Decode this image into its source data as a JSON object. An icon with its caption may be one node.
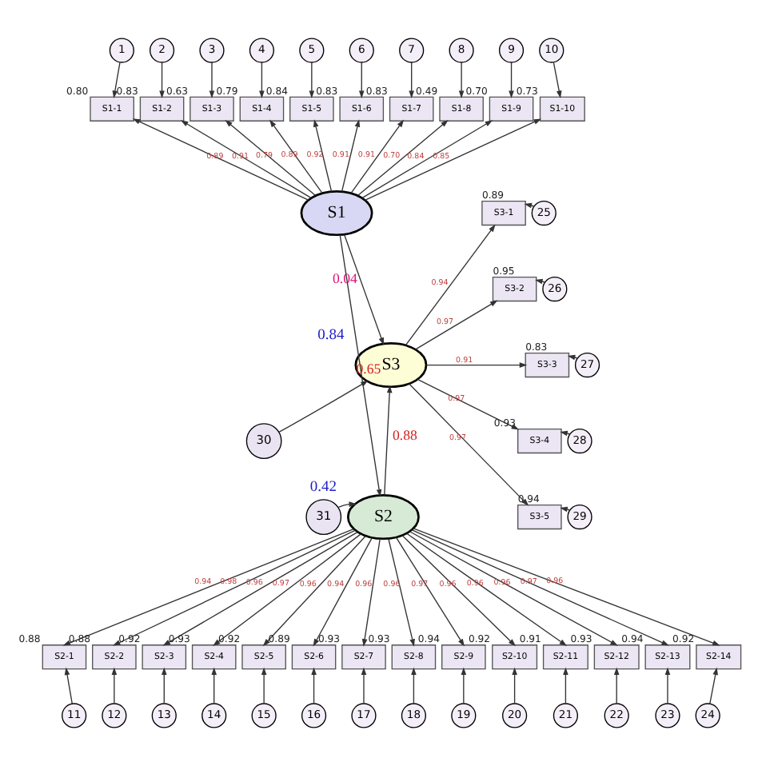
{
  "diagram": {
    "nodes": [
      {
        "text": [
          "1"
        ]
      },
      {
        "text": [
          "2"
        ]
      },
      {
        "text": [
          "3"
        ]
      },
      {
        "text": [
          "4"
        ]
      },
      {
        "text": [
          "5"
        ]
      },
      {
        "text": [
          "6"
        ]
      },
      {
        "text": [
          "7"
        ]
      },
      {
        "text": [
          "8"
        ]
      },
      {
        "text": [
          "9"
        ]
      },
      {
        "text": [
          "10"
        ]
      },
      {
        "text": [
          "S1-1"
        ],
        "beside": [
          "0.80"
        ]
      },
      {
        "text": [
          "S1-2"
        ],
        "beside": [
          "0.83"
        ]
      },
      {
        "text": [
          "S1-3"
        ],
        "beside": [
          "0.63"
        ]
      },
      {
        "text": [
          "S1-4"
        ],
        "beside": [
          "0.79"
        ]
      },
      {
        "text": [
          "S1-5"
        ],
        "beside": [
          "0.84"
        ]
      },
      {
        "text": [
          "S1-6"
        ],
        "beside": [
          "0.83"
        ]
      },
      {
        "text": [
          "S1-7"
        ],
        "beside": [
          "0.83"
        ]
      },
      {
        "text": [
          "S1-8"
        ],
        "beside": [
          "0.49"
        ]
      },
      {
        "text": [
          "S1-9"
        ],
        "beside": [
          "0.70"
        ]
      },
      {
        "text": [
          "S1-10"
        ],
        "beside": [
          "0.73"
        ]
      },
      {
        "text": [
          "S1"
        ]
      },
      {
        "text": [
          "S3-1"
        ],
        "beside": [
          "0.89"
        ]
      },
      {
        "text": [
          "S3-2"
        ],
        "beside": [
          "0.95"
        ]
      },
      {
        "text": [
          "S3-3"
        ],
        "beside": [
          "0.83"
        ]
      },
      {
        "text": [
          "S3-4"
        ],
        "beside": [
          "0.93"
        ]
      },
      {
        "text": [
          "S3-5"
        ],
        "beside": [
          "0.94"
        ]
      },
      {
        "text": [
          "25"
        ]
      },
      {
        "text": [
          "26"
        ]
      },
      {
        "text": [
          "27"
        ]
      },
      {
        "text": [
          "28"
        ]
      },
      {
        "text": [
          "29"
        ]
      },
      {
        "text": [
          "S3"
        ],
        "beside": [
          "0.84"
        ]
      },
      {
        "text": [
          "30"
        ]
      },
      {
        "text": [
          "31"
        ]
      },
      {
        "text": [
          "S2"
        ],
        "beside": [
          "0.42"
        ]
      },
      {
        "text": [
          "S2-1"
        ],
        "beside": [
          "0.88"
        ]
      },
      {
        "text": [
          "S2-2"
        ],
        "beside": [
          "0.88"
        ]
      },
      {
        "text": [
          "S2-3"
        ],
        "beside": [
          "0.92"
        ]
      },
      {
        "text": [
          "S2-4"
        ],
        "beside": [
          "0.93"
        ]
      },
      {
        "text": [
          "S2-5"
        ],
        "beside": [
          "0.92"
        ]
      },
      {
        "text": [
          "S2-6"
        ],
        "beside": [
          "0.89"
        ]
      },
      {
        "text": [
          "S2-7"
        ],
        "beside": [
          "0.93"
        ]
      },
      {
        "text": [
          "S2-8"
        ],
        "beside": [
          "0.93"
        ]
      },
      {
        "text": [
          "S2-9"
        ],
        "beside": [
          "0.94"
        ]
      },
      {
        "text": [
          "S2-10"
        ],
        "beside": [
          "0.92"
        ]
      },
      {
        "text": [
          "S2-11"
        ],
        "beside": [
          "0.91"
        ]
      },
      {
        "text": [
          "S2-12"
        ],
        "beside": [
          "0.93"
        ]
      },
      {
        "text": [
          "S2-13"
        ],
        "beside": [
          "0.94"
        ]
      },
      {
        "text": [
          "S2-14"
        ],
        "beside": [
          "0.92"
        ]
      },
      {
        "text": [
          "11"
        ]
      },
      {
        "text": [
          "12"
        ]
      },
      {
        "text": [
          "13"
        ]
      },
      {
        "text": [
          "14"
        ]
      },
      {
        "text": [
          "15"
        ]
      },
      {
        "text": [
          "16"
        ]
      },
      {
        "text": [
          "17"
        ]
      },
      {
        "text": [
          "18"
        ]
      },
      {
        "text": [
          "19"
        ]
      },
      {
        "text": [
          "20"
        ]
      },
      {
        "text": [
          "21"
        ]
      },
      {
        "text": [
          "22"
        ]
      },
      {
        "text": [
          "23"
        ]
      },
      {
        "text": [
          "24"
        ]
      }
    ],
    "edges": [
      {
        "from": 0,
        "to": 10,
        "arrow": "to"
      },
      {
        "from": 1,
        "to": 11,
        "arrow": "to"
      },
      {
        "from": 2,
        "to": 12,
        "arrow": "to"
      },
      {
        "from": 3,
        "to": 13,
        "arrow": "to"
      },
      {
        "from": 4,
        "to": 14,
        "arrow": "to"
      },
      {
        "from": 5,
        "to": 15,
        "arrow": "to"
      },
      {
        "from": 6,
        "to": 16,
        "arrow": "to"
      },
      {
        "from": 7,
        "to": 17,
        "arrow": "to"
      },
      {
        "from": 8,
        "to": 18,
        "arrow": "to"
      },
      {
        "from": 9,
        "to": 19,
        "arrow": "to"
      },
      {
        "from": 20,
        "to": 10,
        "arrow": "to",
        "label": "0.89"
      },
      {
        "from": 20,
        "to": 11,
        "arrow": "to",
        "label": "0.91"
      },
      {
        "from": 20,
        "to": 12,
        "arrow": "to",
        "label": "0.79"
      },
      {
        "from": 20,
        "to": 13,
        "arrow": "to",
        "label": "0.89"
      },
      {
        "from": 20,
        "to": 14,
        "arrow": "to",
        "label": "0.92"
      },
      {
        "from": 20,
        "to": 15,
        "arrow": "to",
        "label": "0.91"
      },
      {
        "from": 20,
        "to": 16,
        "arrow": "to",
        "label": "0.91"
      },
      {
        "from": 20,
        "to": 17,
        "arrow": "to",
        "label": "0.70"
      },
      {
        "from": 20,
        "to": 18,
        "arrow": "to",
        "label": "0.84"
      },
      {
        "from": 20,
        "to": 19,
        "arrow": "to",
        "label": "0.85"
      },
      {
        "from": 20,
        "to": 31,
        "arrow": "to",
        "label": "0.04"
      },
      {
        "from": 20,
        "to": 34,
        "arrow": "to",
        "label": "0.65"
      },
      {
        "from": 34,
        "to": 31,
        "arrow": "to",
        "label": "0.88"
      },
      {
        "from": 31,
        "to": 21,
        "arrow": "to",
        "label": "0.94"
      },
      {
        "from": 31,
        "to": 22,
        "arrow": "to",
        "label": "0.97"
      },
      {
        "from": 31,
        "to": 23,
        "arrow": "to",
        "label": "0.91"
      },
      {
        "from": 31,
        "to": 24,
        "arrow": "to",
        "label": "0.97"
      },
      {
        "from": 31,
        "to": 25,
        "arrow": "to",
        "label": "0.97"
      },
      {
        "from": 26,
        "to": 21,
        "arrow": "to"
      },
      {
        "from": 27,
        "to": 22,
        "arrow": "to"
      },
      {
        "from": 28,
        "to": 23,
        "arrow": "to"
      },
      {
        "from": 29,
        "to": 24,
        "arrow": "to"
      },
      {
        "from": 30,
        "to": 25,
        "arrow": "to"
      },
      {
        "from": 32,
        "to": 31,
        "arrow": "to"
      },
      {
        "from": 33,
        "to": 34,
        "arrow": "to"
      },
      {
        "from": 34,
        "to": 35,
        "arrow": "to",
        "label": "0.94"
      },
      {
        "from": 34,
        "to": 36,
        "arrow": "to",
        "label": "0.98"
      },
      {
        "from": 34,
        "to": 37,
        "arrow": "to",
        "label": "0.96"
      },
      {
        "from": 34,
        "to": 38,
        "arrow": "to",
        "label": "0.97"
      },
      {
        "from": 34,
        "to": 39,
        "arrow": "to",
        "label": "0.96"
      },
      {
        "from": 34,
        "to": 40,
        "arrow": "to",
        "label": "0.94"
      },
      {
        "from": 34,
        "to": 41,
        "arrow": "to",
        "label": "0.96"
      },
      {
        "from": 34,
        "to": 42,
        "arrow": "to",
        "label": "0.96"
      },
      {
        "from": 34,
        "to": 43,
        "arrow": "to",
        "label": "0.97"
      },
      {
        "from": 34,
        "to": 44,
        "arrow": "to",
        "label": "0.96"
      },
      {
        "from": 34,
        "to": 45,
        "arrow": "to",
        "label": "0.96"
      },
      {
        "from": 34,
        "to": 46,
        "arrow": "to",
        "label": "0.96"
      },
      {
        "from": 34,
        "to": 47,
        "arrow": "to",
        "label": "0.97"
      },
      {
        "from": 34,
        "to": 48,
        "arrow": "to",
        "label": "0.96"
      },
      {
        "from": 49,
        "to": 35,
        "arrow": "to"
      },
      {
        "from": 50,
        "to": 36,
        "arrow": "to"
      },
      {
        "from": 51,
        "to": 37,
        "arrow": "to"
      },
      {
        "from": 52,
        "to": 38,
        "arrow": "to"
      },
      {
        "from": 53,
        "to": 39,
        "arrow": "to"
      },
      {
        "from": 54,
        "to": 40,
        "arrow": "to"
      },
      {
        "from": 55,
        "to": 41,
        "arrow": "to"
      },
      {
        "from": 56,
        "to": 42,
        "arrow": "to"
      },
      {
        "from": 57,
        "to": 43,
        "arrow": "to"
      },
      {
        "from": 58,
        "to": 44,
        "arrow": "to"
      },
      {
        "from": 59,
        "to": 45,
        "arrow": "to"
      },
      {
        "from": 60,
        "to": 46,
        "arrow": "to"
      },
      {
        "from": 61,
        "to": 47,
        "arrow": "to"
      },
      {
        "from": 62,
        "to": 48,
        "arrow": "to"
      }
    ]
  }
}
